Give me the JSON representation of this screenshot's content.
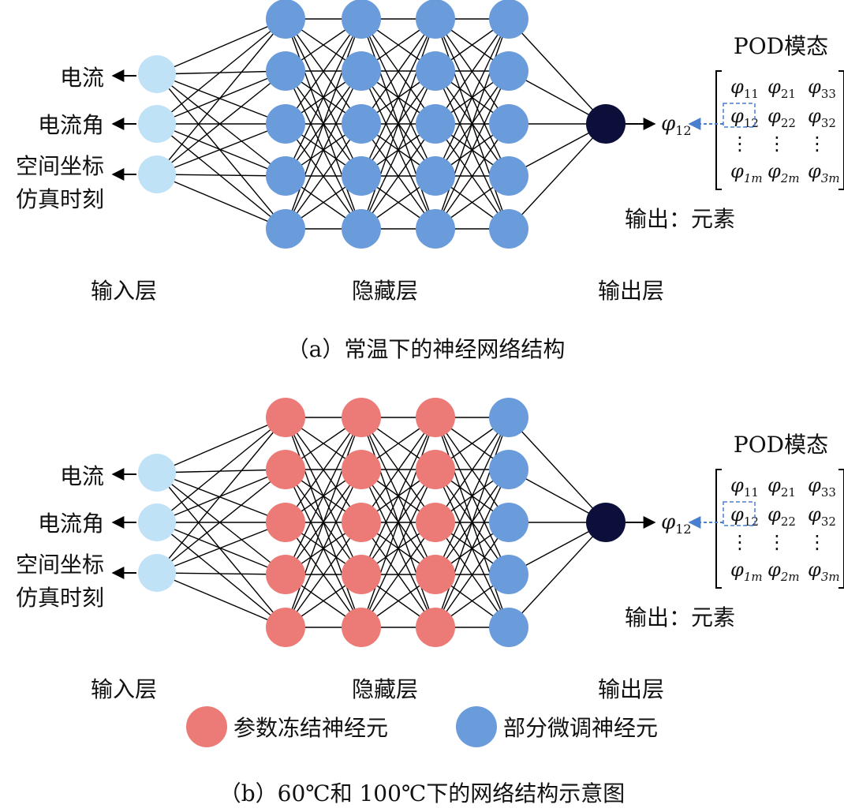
{
  "colors": {
    "input_node": "#bfe2f7",
    "hidden_blue": "#6a9bdb",
    "frozen_red": "#ec7b78",
    "output_node": "#0c0f3a",
    "edge": "#000000",
    "dashed_highlight": "#4a7fd0"
  },
  "inputs": {
    "labels": [
      "电流",
      "电流角",
      "空间坐标",
      "仿真时刻"
    ]
  },
  "layer_labels": {
    "input": "输入层",
    "hidden": "隐藏层",
    "output": "输出层"
  },
  "pod": {
    "title": "POD模态",
    "output_symbol": "φ",
    "output_sub": "12",
    "matrix": [
      [
        {
          "s": "φ",
          "sub": "11"
        },
        {
          "s": "φ",
          "sub": "21"
        },
        {
          "s": "φ",
          "sub": "33"
        }
      ],
      [
        {
          "s": "φ",
          "sub": "12"
        },
        {
          "s": "φ",
          "sub": "22"
        },
        {
          "s": "φ",
          "sub": "32"
        }
      ],
      [
        {
          "s": "⋮",
          "sub": ""
        },
        {
          "s": "⋮",
          "sub": ""
        },
        {
          "s": "⋮",
          "sub": ""
        }
      ],
      [
        {
          "s": "φ",
          "sub": "1m"
        },
        {
          "s": "φ",
          "sub": "2m"
        },
        {
          "s": "φ",
          "sub": "3m"
        }
      ]
    ],
    "output_caption": "输出：元素"
  },
  "panels": [
    {
      "id": "a",
      "caption": "（a）常温下的神经网络结构",
      "hidden_colors": [
        "blue",
        "blue",
        "blue",
        "blue"
      ]
    },
    {
      "id": "b",
      "caption": "（b）60℃和 100℃下的网络结构示意图",
      "hidden_colors": [
        "red",
        "red",
        "red",
        "blue"
      ]
    }
  ],
  "legend": {
    "frozen_label": "参数冻结神经元",
    "finetune_label": "部分微调神经元"
  }
}
